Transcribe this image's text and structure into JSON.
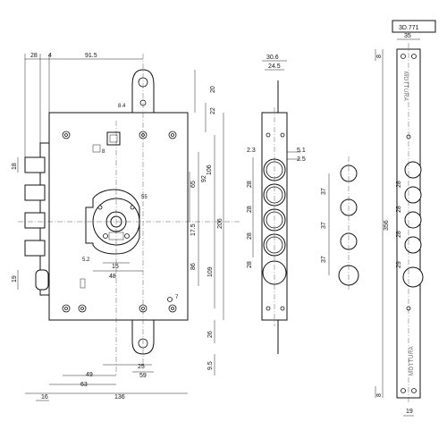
{
  "model_code": "3D.771",
  "brand": "MOTTURA",
  "front_view": {
    "top_dims": [
      "28",
      "4",
      "91.5"
    ],
    "bottom_dims": [
      "49",
      "63",
      "136",
      "16",
      "25",
      "59",
      "15",
      "48"
    ],
    "right_dims": [
      "20",
      "22",
      "106",
      "92",
      "65",
      "17.5",
      "206",
      "86",
      "109",
      "26",
      "9.5"
    ],
    "left_dims": [
      "18",
      "19"
    ],
    "diameters": [
      "8.4",
      "55",
      "5.2",
      "7"
    ],
    "small_labels": [
      "8"
    ]
  },
  "side_view": {
    "dims": [
      "30.6",
      "24.5",
      "2.3",
      "5.1",
      "2.5",
      "28",
      "28",
      "28",
      "28"
    ]
  },
  "bolt_view": {
    "dims": [
      "37",
      "37",
      "37"
    ]
  },
  "faceplate": {
    "dims": [
      "35",
      "8",
      "356",
      "28",
      "28",
      "28",
      "29",
      "8",
      "19"
    ]
  }
}
